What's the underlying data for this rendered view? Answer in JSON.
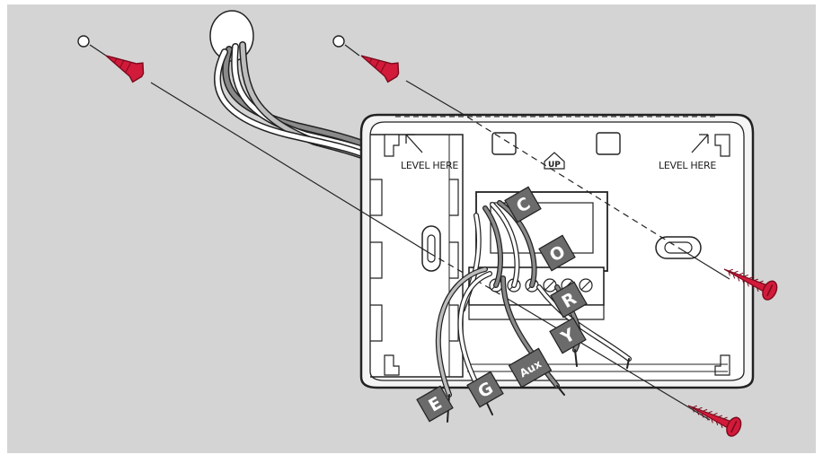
{
  "diagram": {
    "level_labels": [
      "LEVEL HERE",
      "LEVEL HERE"
    ],
    "up_label": "UP",
    "wire_tags": [
      "C",
      "O",
      "R",
      "Y",
      "Aux",
      "G",
      "E"
    ],
    "colors": {
      "background": "#d4d4d4",
      "plate": "#ffffff",
      "outline": "#222222",
      "anchor_screw": "#d21a3a",
      "wire_tag": "#6b6b6b"
    }
  }
}
